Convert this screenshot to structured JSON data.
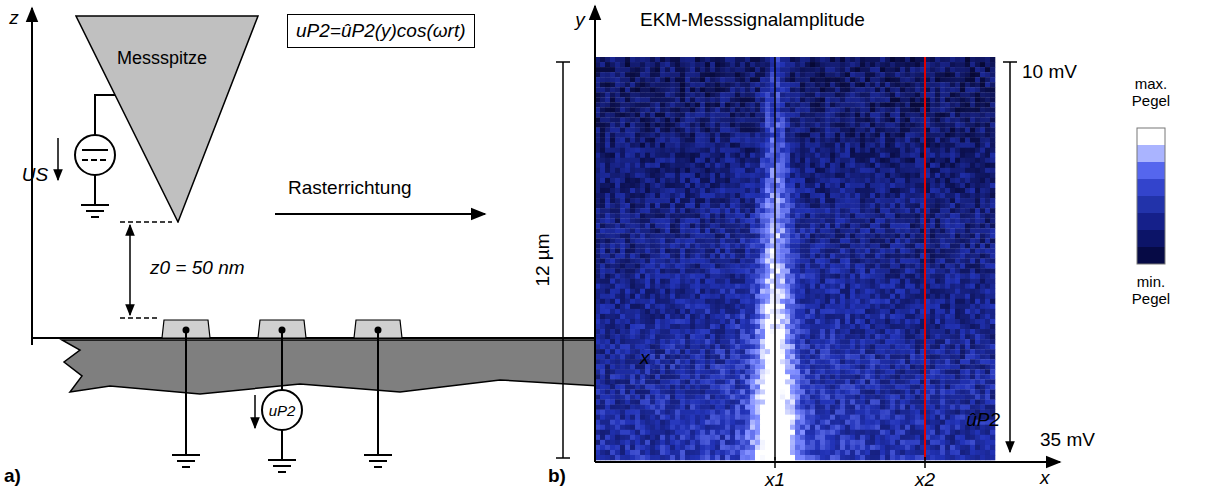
{
  "diagram": {
    "nodes": [
      {
        "text": [
          "Messspitze"
        ]
      },
      {
        "text": [
          "uP2=ûP2(y)cos(ωrt)"
        ]
      }
    ],
    "labels": [
      "z",
      "US",
      "Rasterrichtung",
      "z0 = 50 nm",
      "x",
      "uP2",
      "a)",
      "b)",
      "y",
      "EKM-Messsignalamplitude",
      "12 µm",
      "x1",
      "x2",
      "x",
      "10 mV",
      "35 mV",
      "ûP2",
      "max. Pegel",
      "min. Pegel"
    ]
  }
}
